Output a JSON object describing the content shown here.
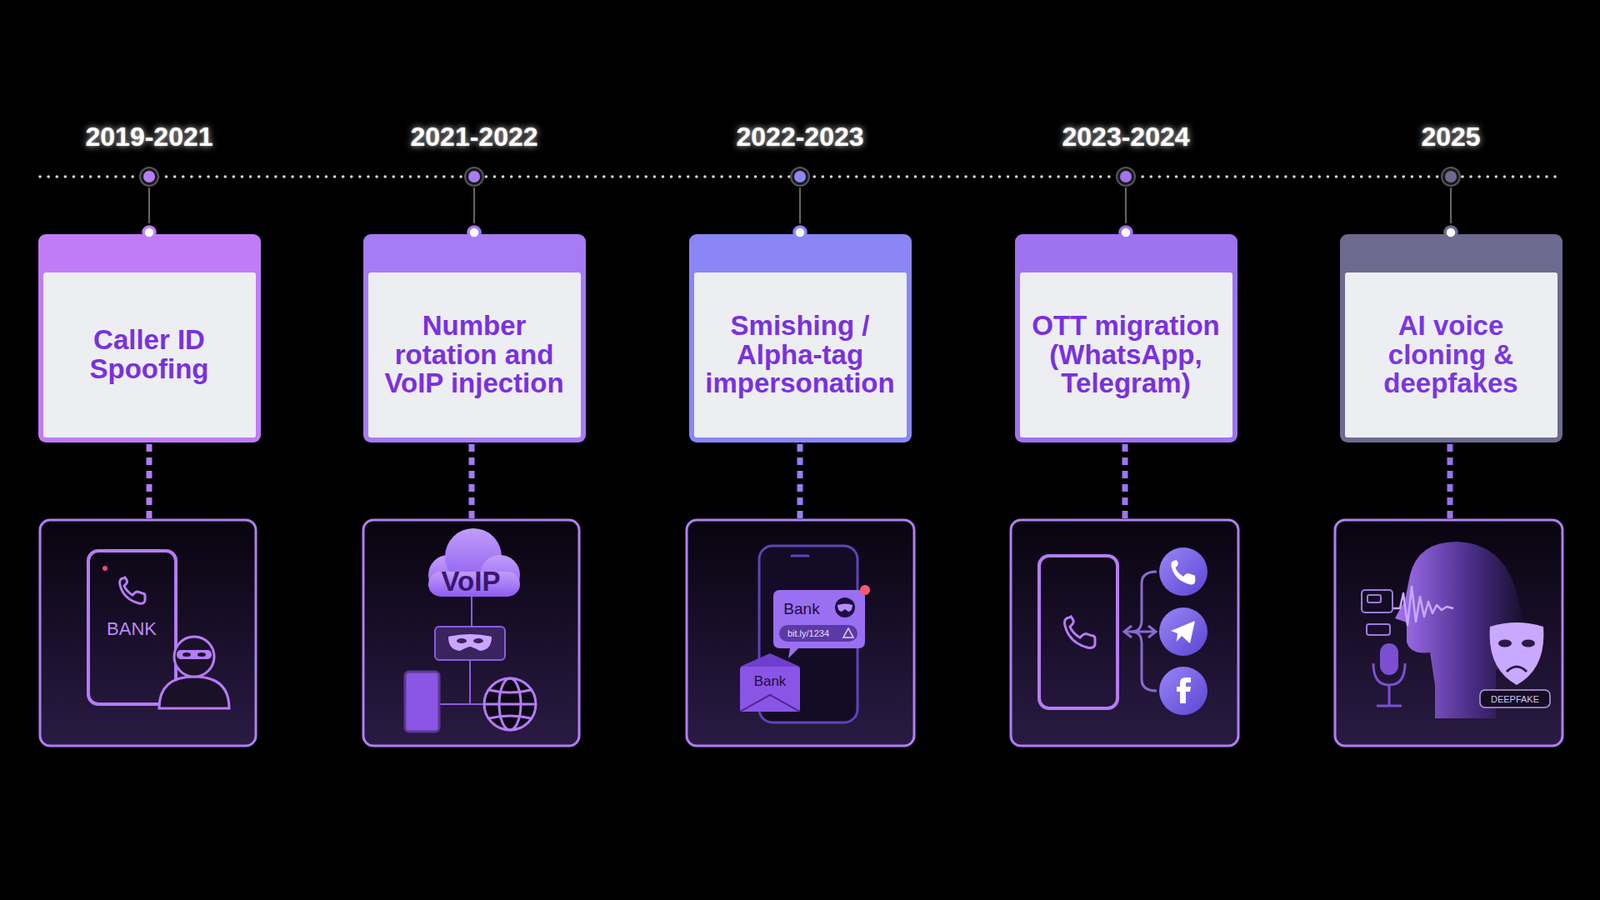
{
  "diagram": {
    "nodes": [
      {
        "text": [
          "Caller ID Spoofing"
        ]
      },
      {
        "text": [
          "Number rotation and VoIP injection"
        ]
      },
      {
        "text": [
          "Smishing / Alpha-tag impersonation"
        ]
      },
      {
        "text": [
          "OTT migration (WhatsApp, Telegram)"
        ]
      },
      {
        "text": [
          "AI voice cloning & deepfakes"
        ]
      }
    ],
    "labels": [
      "2019-2021",
      "2021-2022",
      "2022-2023",
      "2023-2024",
      "2025",
      "BANK",
      "VoIP",
      "Bank",
      "bit.ly/1234",
      "Bank",
      "DEEPFAKE"
    ]
  }
}
